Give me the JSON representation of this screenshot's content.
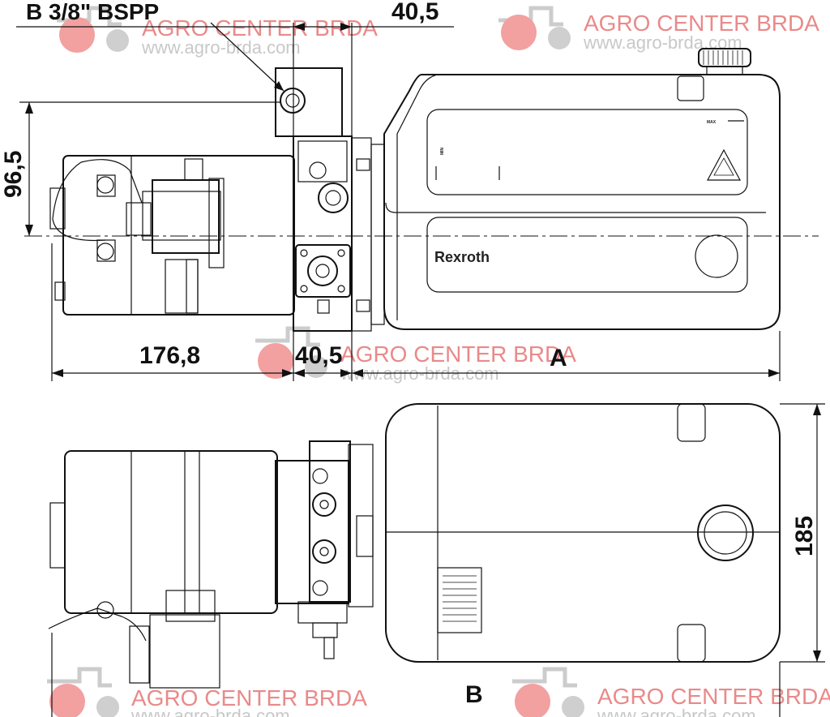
{
  "dimensions": {
    "port_label": "B 3/8\" BSPP",
    "top_width": "40,5",
    "height": "96,5",
    "motor_length": "176,8",
    "block_width": "40,5",
    "tank_depth": "185"
  },
  "views": {
    "view_a": "A",
    "view_b": "B"
  },
  "brand": "Rexroth",
  "tank_marks": {
    "max": "MAX",
    "min": "MIN"
  },
  "watermark": {
    "name": "AGRO CENTER BRDA",
    "url": "www.agro-brda.com"
  },
  "colors": {
    "line": "#111111",
    "watermark_text": "#e98a8a",
    "watermark_icon": "#f0a8a8"
  }
}
